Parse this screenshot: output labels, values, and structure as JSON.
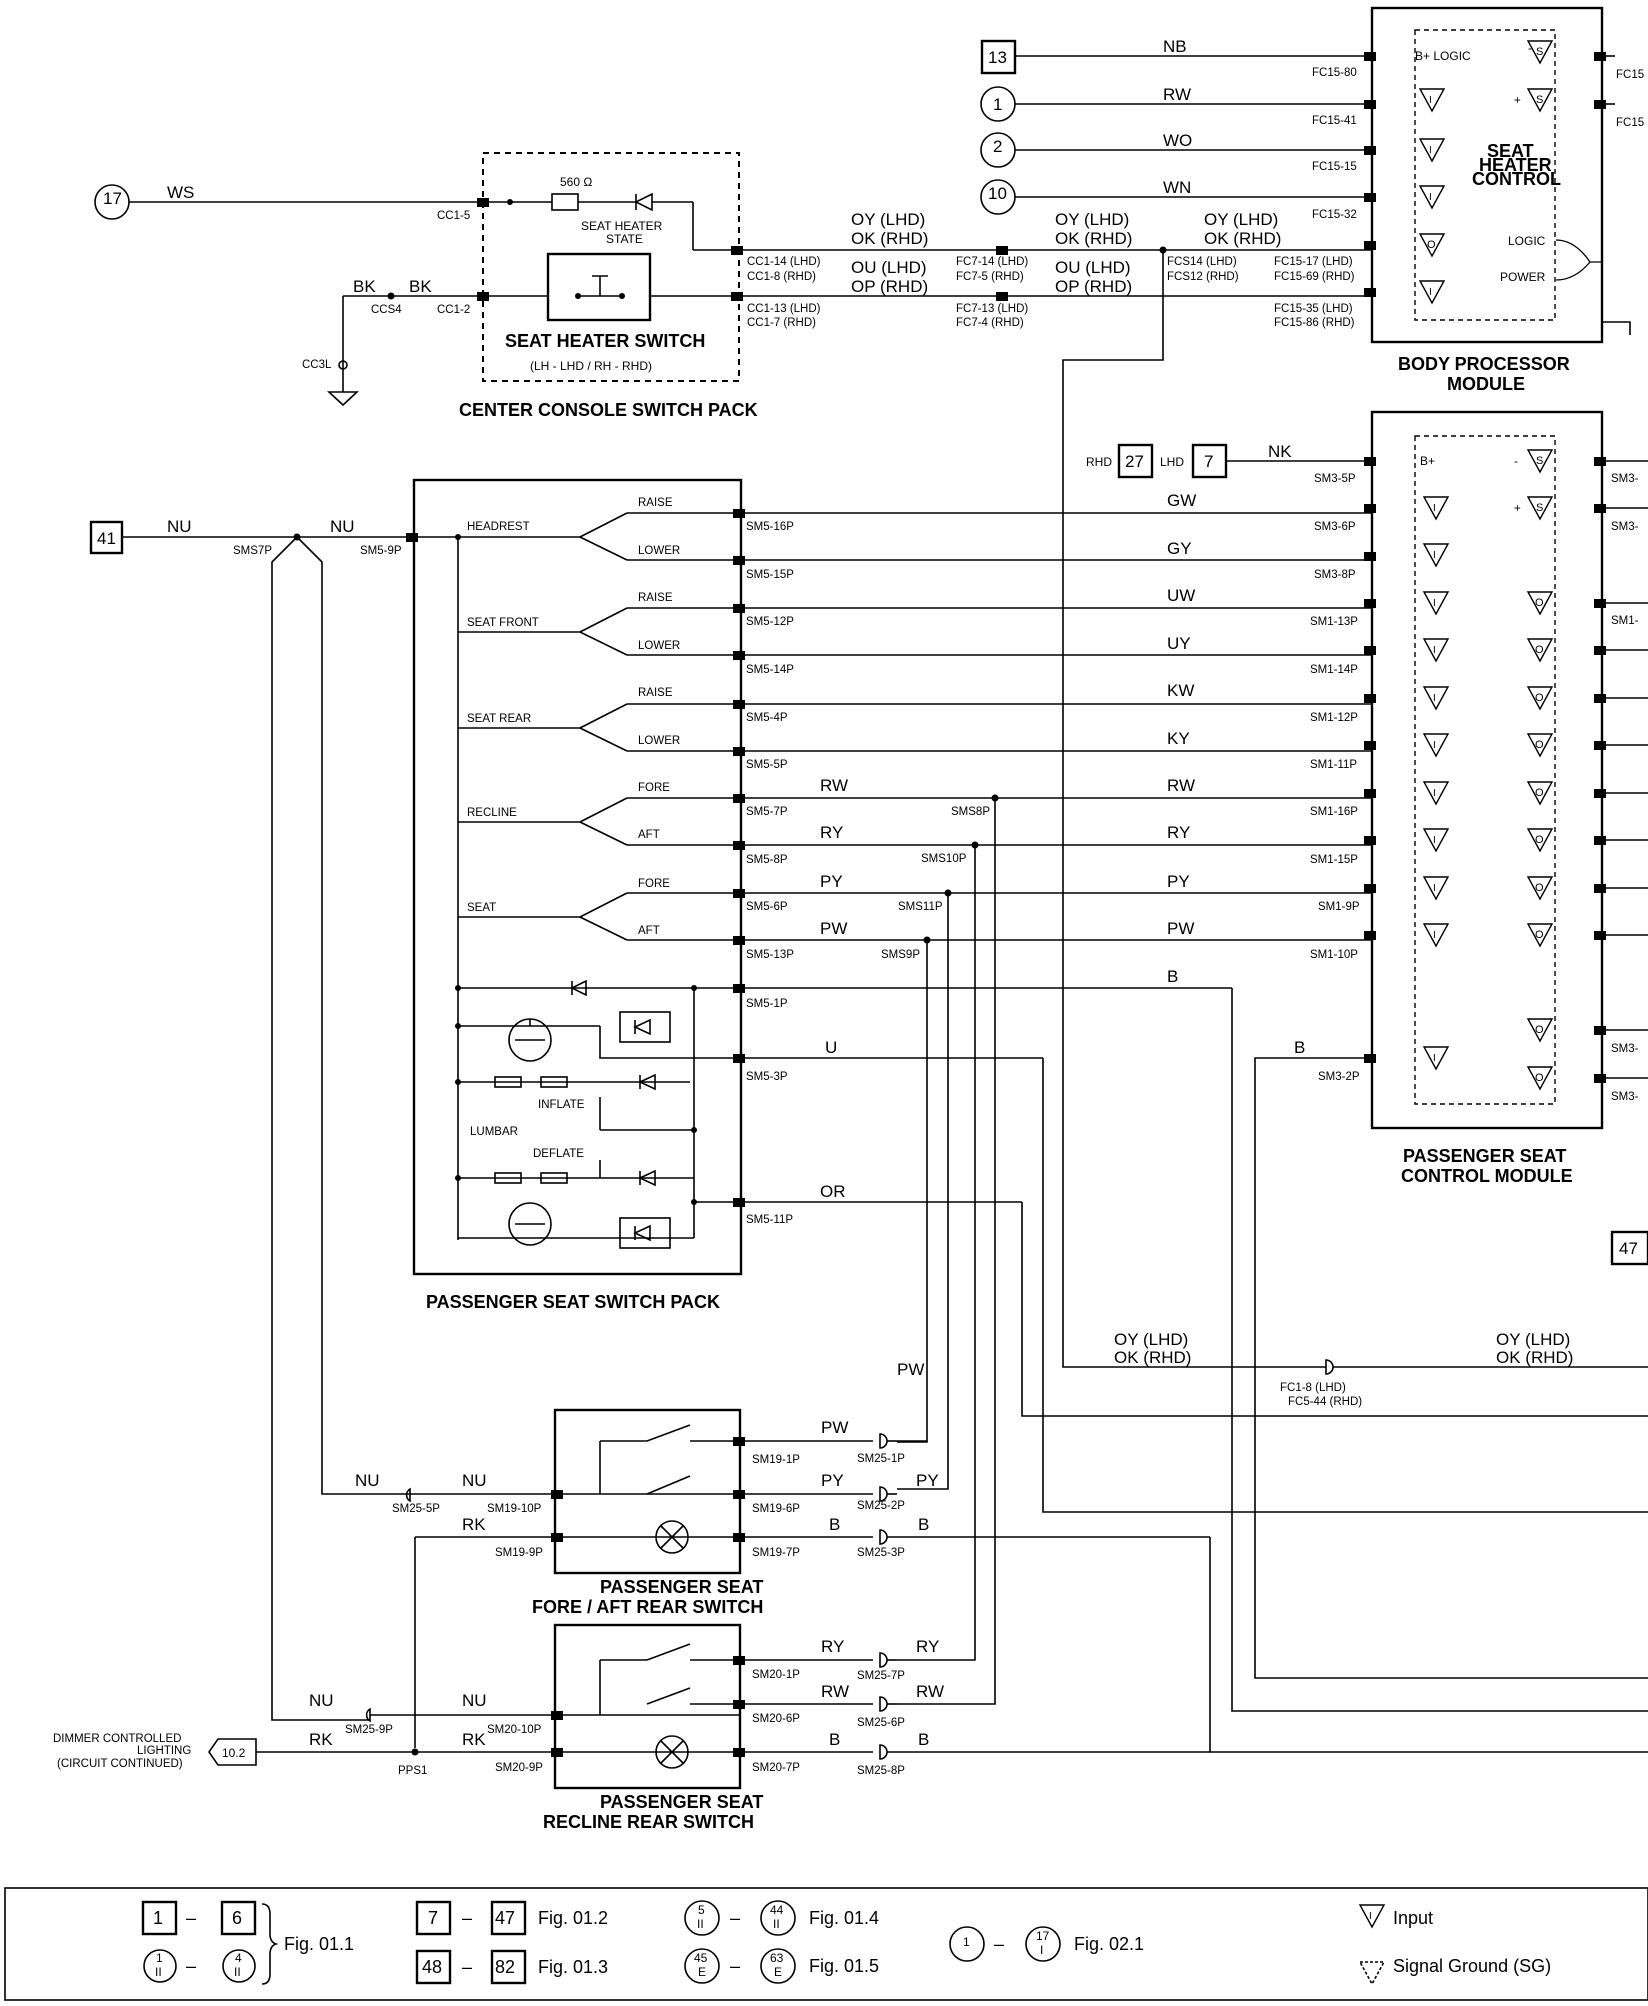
{
  "components": {
    "body_processor": "BODY PROCESSOR\nMODULE",
    "body_processor_l1": "BODY PROCESSOR",
    "body_processor_l2": "MODULE",
    "seat_heater_control_l1": "SEAT",
    "seat_heater_control_l2": "HEATER",
    "seat_heater_control_l3": "CONTROL",
    "b_logic": "B+ LOGIC",
    "logic": "LOGIC",
    "power": "POWER",
    "center_console": "CENTER CONSOLE SWITCH PACK",
    "seat_heater_switch": "SEAT HEATER SWITCH",
    "seat_heater_switch_note": "(LH - LHD / RH - RHD)",
    "seat_heater_state_l1": "SEAT HEATER",
    "seat_heater_state_l2": "STATE",
    "resistor": "560 Ω",
    "psc_l1": "PASSENGER SEAT",
    "psc_l2": "CONTROL MODULE",
    "b_plus": "B+",
    "pssp": "PASSENGER SEAT SWITCH PACK",
    "headrest": "HEADREST",
    "seat_front": "SEAT FRONT",
    "seat_rear": "SEAT REAR",
    "recline": "RECLINE",
    "seat": "SEAT",
    "lumbar": "LUMBAR",
    "inflate": "INFLATE",
    "deflate": "DEFLATE",
    "raise": "RAISE",
    "lower": "LOWER",
    "fore": "FORE",
    "aft": "AFT",
    "fa_rear_l1": "PASSENGER SEAT",
    "fa_rear_l2": "FORE / AFT REAR SWITCH",
    "rec_rear_l1": "PASSENGER SEAT",
    "rec_rear_l2": "RECLINE REAR SWITCH",
    "dimmer_l1": "DIMMER CONTROLLED",
    "dimmer_l2": "LIGHTING",
    "dimmer_l3": "(CIRCUIT CONTINUED)"
  },
  "refs": {
    "r13": "13",
    "r1": "1",
    "r2": "2",
    "r10": "10",
    "r17": "17",
    "r41": "41",
    "r27": "27",
    "r7": "7",
    "r47": "47",
    "r102": "10.2",
    "rhd": "RHD",
    "lhd": "LHD",
    "sub_ii": "II",
    "sub_i": "I",
    "sub_e": "E"
  },
  "wires": {
    "NB": "NB",
    "RW": "RW",
    "WO": "WO",
    "WN": "WN",
    "WS": "WS",
    "BK": "BK",
    "OY_LHD": "OY (LHD)",
    "OK_RHD": "OK (RHD)",
    "OU_LHD": "OU (LHD)",
    "OP_RHD": "OP (RHD)",
    "NK": "NK",
    "NU": "NU",
    "GW": "GW",
    "GY": "GY",
    "UW": "UW",
    "UY": "UY",
    "KW": "KW",
    "KY": "KY",
    "RY": "RY",
    "PY": "PY",
    "PW": "PW",
    "B": "B",
    "U": "U",
    "OR": "OR",
    "RK": "RK"
  },
  "pins": {
    "FC15_80": "FC15-80",
    "FC15_41": "FC15-41",
    "FC15_15": "FC15-15",
    "FC15_32": "FC15-32",
    "FC15_17": "FC15-17 (LHD)",
    "FC15_69": "FC15-69 (RHD)",
    "FC15_35": "FC15-35 (LHD)",
    "FC15_86": "FC15-86 (RHD)",
    "FC15a": "FC15",
    "FC15b": "FC15",
    "FCS14": "FCS14 (LHD)",
    "FCS12": "FCS12 (RHD)",
    "FC7_14": "FC7-14 (LHD)",
    "FC7_5": "FC7-5 (RHD)",
    "FC7_13": "FC7-13 (LHD)",
    "FC7_4": "FC7-4 (RHD)",
    "CC1_14": "CC1-14 (LHD)",
    "CC1_8": "CC1-8 (RHD)",
    "CC1_13": "CC1-13 (LHD)",
    "CC1_7": "CC1-7 (RHD)",
    "CC1_5": "CC1-5",
    "CC1_2": "CC1-2",
    "CCS4": "CCS4",
    "CC3L": "CC3L",
    "SM3_5P": "SM3-5P",
    "SM3_6P": "SM3-6P",
    "SM3_8P": "SM3-8P",
    "SM1_13P": "SM1-13P",
    "SM1_14P": "SM1-14P",
    "SM1_12P": "SM1-12P",
    "SM1_11P": "SM1-11P",
    "SM1_16P": "SM1-16P",
    "SM1_15P": "SM1-15P",
    "SM1_9P": "SM1-9P",
    "SM1_10P": "SM1-10P",
    "SM3_2P": "SM3-2P",
    "SM3a": "SM3-",
    "SM3b": "SM3-",
    "SM1a": "SM1-",
    "SM3c": "SM3-",
    "SM3d": "SM3-",
    "SM5_9P": "SM5-9P",
    "SMS7P": "SMS7P",
    "SM5_16P": "SM5-16P",
    "SM5_15P": "SM5-15P",
    "SM5_12P": "SM5-12P",
    "SM5_14P": "SM5-14P",
    "SM5_4P": "SM5-4P",
    "SM5_5P": "SM5-5P",
    "SM5_7P": "SM5-7P",
    "SM5_8P": "SM5-8P",
    "SM5_6P": "SM5-6P",
    "SM5_13P": "SM5-13P",
    "SM5_1P": "SM5-1P",
    "SM5_3P": "SM5-3P",
    "SM5_11P": "SM5-11P",
    "SMS8P": "SMS8P",
    "SMS10P": "SMS10P",
    "SMS11P": "SMS11P",
    "SMS9P": "SMS9P",
    "FC1_8": "FC1-8 (LHD)",
    "FC5_44": "FC5-44 (RHD)",
    "SM19_1P": "SM19-1P",
    "SM19_6P": "SM19-6P",
    "SM19_7P": "SM19-7P",
    "SM19_10P": "SM19-10P",
    "SM19_9P": "SM19-9P",
    "SM25_1P": "SM25-1P",
    "SM25_2P": "SM25-2P",
    "SM25_3P": "SM25-3P",
    "SM25_5P": "SM25-5P",
    "SM20_1P": "SM20-1P",
    "SM20_6P": "SM20-6P",
    "SM20_7P": "SM20-7P",
    "SM20_10P": "SM20-10P",
    "SM20_9P": "SM20-9P",
    "SM25_7P": "SM25-7P",
    "SM25_6P": "SM25-6P",
    "SM25_8P": "SM25-8P",
    "SM25_9P": "SM25-9P",
    "PPS1": "PPS1"
  },
  "legend": {
    "l1a": "1",
    "l1b": "6",
    "fig011": "Fig. 01.1",
    "l2a": "1",
    "l2b": "4",
    "l3a": "7",
    "l3b": "47",
    "fig012": "Fig. 01.2",
    "l4a": "48",
    "l4b": "82",
    "fig013": "Fig. 01.3",
    "l5a": "5",
    "l5b": "44",
    "fig014": "Fig. 01.4",
    "l6a": "45",
    "l6b": "63",
    "fig015": "Fig. 01.5",
    "l7a": "1",
    "l7b": "17",
    "fig021": "Fig. 02.1",
    "input": "Input",
    "signal_ground": "Signal Ground (SG)",
    "dash": "–"
  }
}
